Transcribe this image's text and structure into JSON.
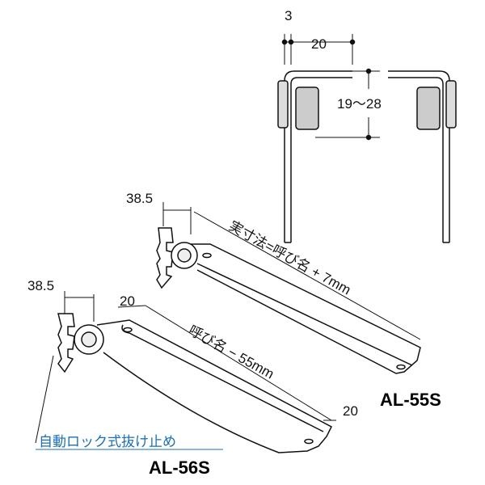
{
  "top_view": {
    "thickness": "3",
    "width": "20",
    "range": "19〜28"
  },
  "al55s": {
    "offset": "38.5",
    "length_label": "実寸法=呼び名 + 7mm",
    "model": "AL-55S"
  },
  "al56s": {
    "offset": "38.5",
    "front_width": "20",
    "length_label": "呼び名 − 55mm",
    "tip_width": "20",
    "model": "AL-56S"
  },
  "callout": {
    "text": "自動ロック式抜け止め",
    "color": "#1a6fb5"
  }
}
